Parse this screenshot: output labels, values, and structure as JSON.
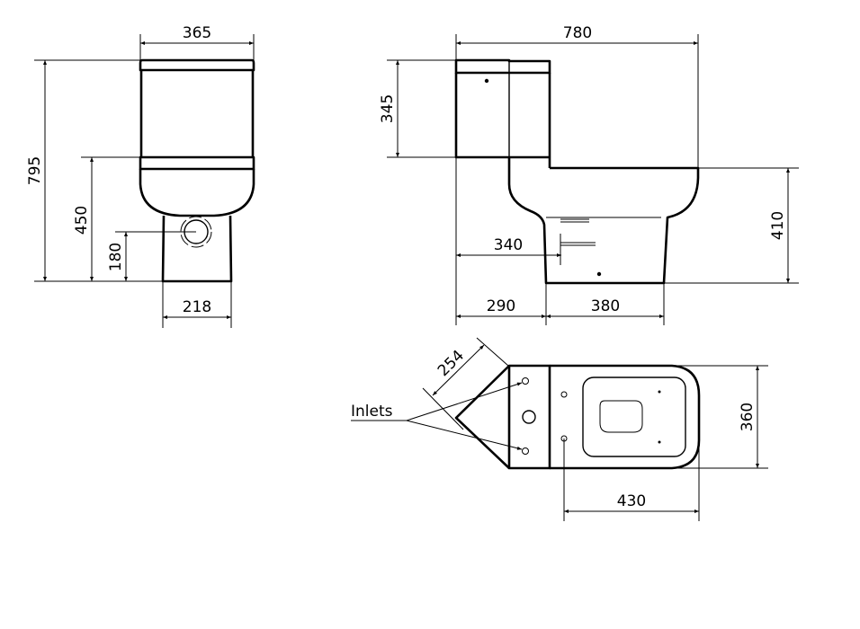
{
  "front_view": {
    "width_top": "365",
    "total_height": "795",
    "seat_height": "450",
    "outlet_height": "180",
    "base_width": "218"
  },
  "side_view": {
    "total_depth": "780",
    "cistern_height": "345",
    "rim_height": "410",
    "outlet_distance": "340",
    "rear_to_pedestal": "290",
    "pedestal_depth": "380"
  },
  "top_view": {
    "corner_length": "254",
    "width": "360",
    "fixing_distance": "430",
    "inlets_label": "Inlets"
  },
  "colors": {
    "line": "#000000",
    "background": "#ffffff"
  }
}
